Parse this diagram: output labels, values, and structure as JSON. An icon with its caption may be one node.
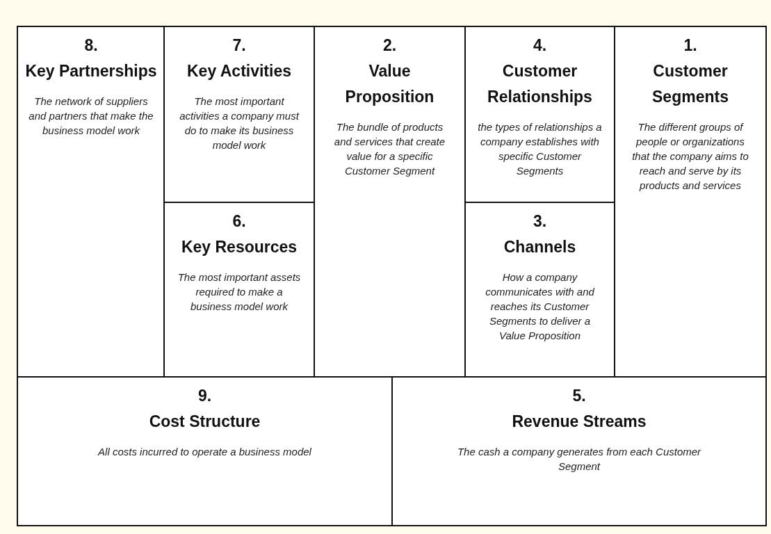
{
  "diagram": {
    "nodes": [
      {
        "text": [
          "8.",
          "Key Partnerships",
          "The network of suppliers and partners that make the business model work"
        ]
      },
      {
        "text": [
          "7.",
          "Key Activities",
          "The most important activities a company must do to make its business model work"
        ]
      },
      {
        "text": [
          "6.",
          "Key Resources",
          "The most important assets required to make a business model work"
        ]
      },
      {
        "text": [
          "2.",
          "Value Proposition",
          "The bundle of products and services that create value for a specific Customer Segment"
        ]
      },
      {
        "text": [
          "4.",
          "Customer Relationships",
          "the types of relationships a company establishes with specific Customer Segments"
        ]
      },
      {
        "text": [
          "3.",
          "Channels",
          "How a company communicates with and reaches its Customer Segments to deliver a Value Proposition"
        ]
      },
      {
        "text": [
          "1.",
          "Customer Segments",
          "The different groups of people or organizations that the company aims to reach and serve by its products and services"
        ]
      },
      {
        "text": [
          "9.",
          "Cost Structure",
          "All costs incurred to operate a business model"
        ]
      },
      {
        "text": [
          "5.",
          "Revenue Streams",
          "The cash a company generates from each Customer Segment"
        ]
      }
    ]
  }
}
